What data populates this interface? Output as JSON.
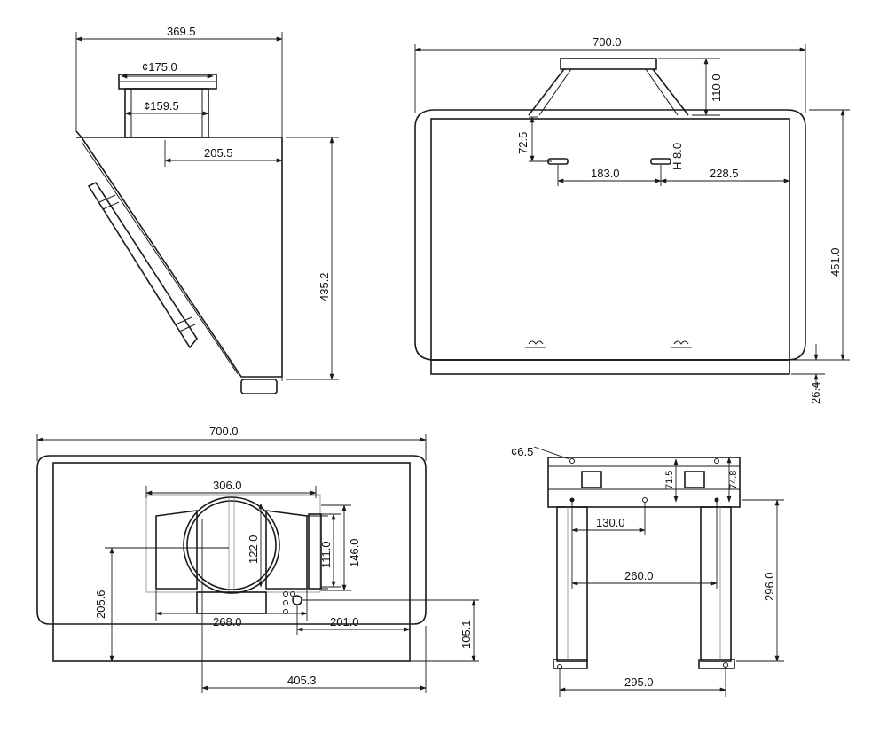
{
  "views": {
    "side": {
      "width": "369.5",
      "outer_diameter": "¢175.0",
      "inner_diameter": "¢159.5",
      "duct_offset": "205.5",
      "height": "435.2"
    },
    "front": {
      "width": "700.0",
      "duct_height": "110.0",
      "bracket_offset": "72.5",
      "slot_height": "H 8.0",
      "slot_spacing": "183.0",
      "slot_edge": "228.5",
      "height": "451.0",
      "base_height": "26.4"
    },
    "top": {
      "width": "700.0",
      "duct_span": "306.0",
      "inner_height": "122.0",
      "outer_height": "111.0",
      "frame_height": "146.0",
      "outlet_width": "268.0",
      "control_offset": "201.0",
      "edge_offset": "205.6",
      "control_depth": "105.1",
      "center_offset": "405.3"
    },
    "bracket": {
      "hole_diameter": "¢6.5",
      "hole_pos_1": "71.5",
      "hole_pos_2": "74.8",
      "hole_offset": "130.0",
      "hole_spacing": "260.0",
      "height": "296.0",
      "base_width": "295.0"
    }
  }
}
